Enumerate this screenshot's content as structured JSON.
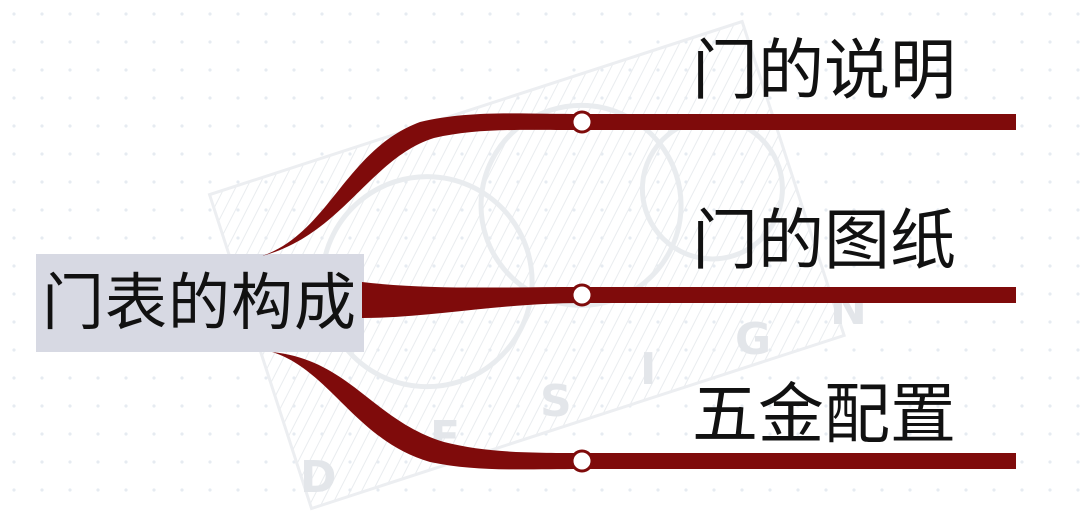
{
  "root": {
    "label": "门表的构成"
  },
  "branches": [
    {
      "label": "门的说明"
    },
    {
      "label": "门的图纸"
    },
    {
      "label": "五金配置"
    }
  ],
  "watermark": {
    "letters": [
      "D",
      "E",
      "S",
      "I",
      "G",
      "N"
    ]
  },
  "colors": {
    "branch_stroke": "#7f0b0b",
    "node_fill": "#ffffff",
    "root_background": "#d7d9e3",
    "text": "#111111"
  }
}
